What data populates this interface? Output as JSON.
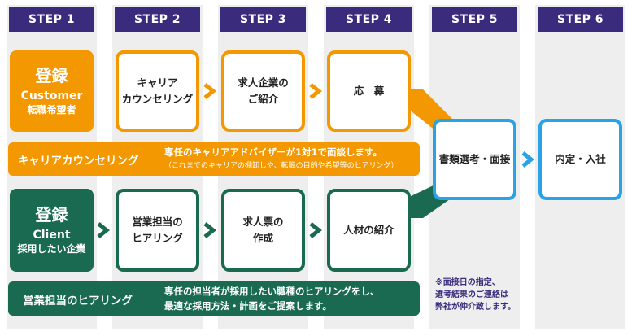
{
  "steps": [
    "STEP 1",
    "STEP 2",
    "STEP 3",
    "STEP 4",
    "STEP 5",
    "STEP 6"
  ],
  "customer": {
    "title": "登録",
    "subtitle": "Customer",
    "caption": "転職希望者",
    "boxes": [
      "キャリア\nカウンセリング",
      "求人企業の\nご紹介",
      "応　募"
    ],
    "band_label": "キャリアカウンセリング",
    "band_desc": "専任のキャリアアドバイザーが1対1で面談します。",
    "band_sub": "（これまでのキャリアの棚卸しや、転職の目的や希望等のヒアリング）"
  },
  "client": {
    "title": "登録",
    "subtitle": "Client",
    "caption": "採用したい企業",
    "boxes": [
      "営業担当の\nヒアリング",
      "求人票の\n作成",
      "人材の紹介"
    ],
    "band_label": "営業担当のヒアリング",
    "band_desc_1": "専任の担当者が採用したい職種のヒアリングをし、",
    "band_desc_2": "最適な採用方法・計画をご提案します。"
  },
  "step5": {
    "box": "書類選考・面接"
  },
  "step6": {
    "box": "内定・入社"
  },
  "note": [
    "※面接日の指定、",
    "選考結果のご連絡は",
    "弊社が仲介致します。"
  ],
  "colors": {
    "header": "#3b2b7d",
    "orange": "#f39800",
    "green": "#1a6a52",
    "blue": "#29a3e6",
    "column_bg": "#eeeeee"
  }
}
